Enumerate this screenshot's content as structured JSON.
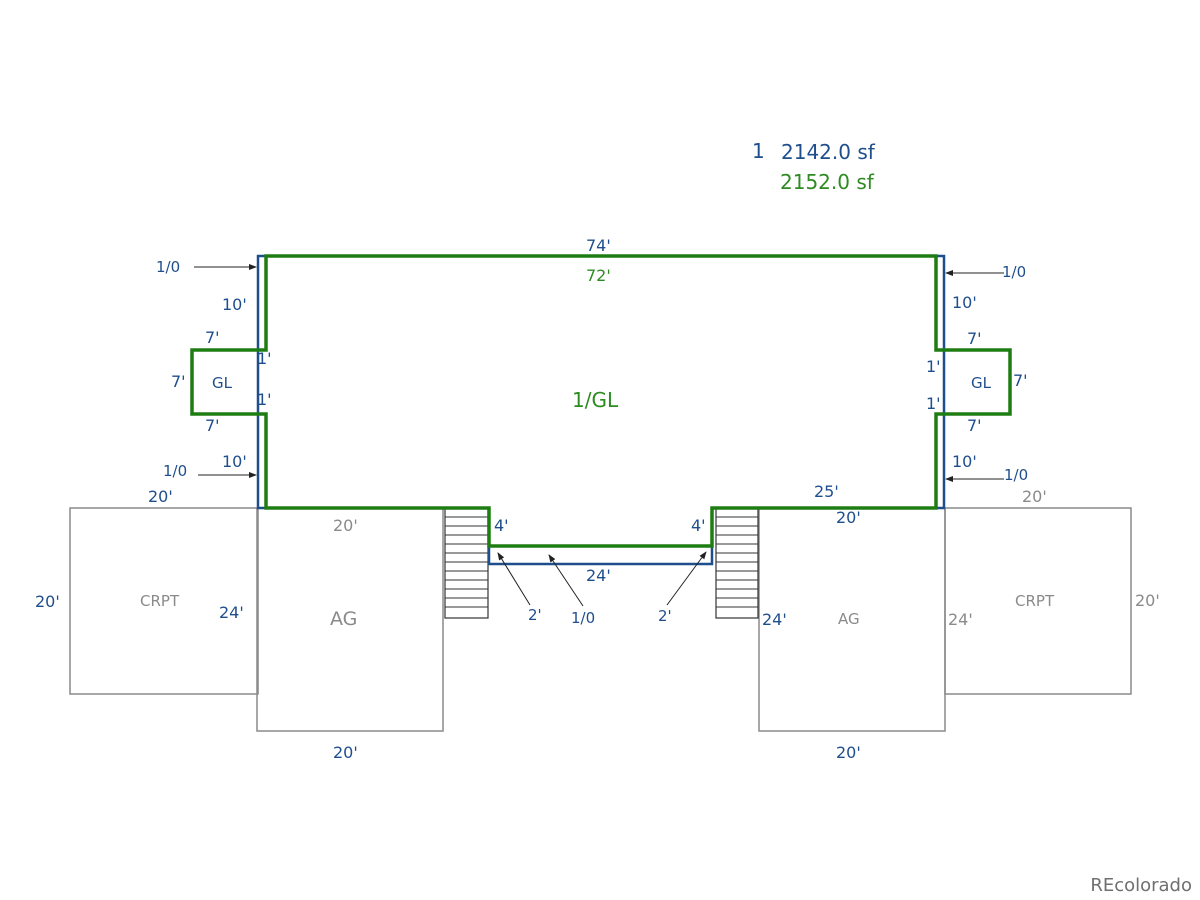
{
  "colors": {
    "blue_outline": "#1f4e8c",
    "green_outline": "#1e7d12",
    "gray_outline": "#8a8a8a",
    "green_text": "#2e8b22",
    "blue_text": "#1f4e8c"
  },
  "areas": {
    "index": "1",
    "blue_area": "2142.0 sf",
    "green_area": "2152.0 sf"
  },
  "main": {
    "label": "1/GL",
    "top_dim_blue": "74'",
    "top_dim_green": "72'",
    "left_upper_dim": "10'",
    "left_lower_dim": "10'",
    "right_upper_dim": "10'",
    "right_lower_dim": "10'",
    "notch_left_upper": "1'",
    "notch_left_lower": "1'",
    "notch_right_upper": "1'",
    "notch_right_lower": "1'",
    "bottom_right_dim": "25'",
    "recess_left_dim": "4'",
    "recess_right_dim": "4'",
    "recess_bottom_dim": "24'",
    "callouts": {
      "top_left": "1/0",
      "top_right": "1/0",
      "bottom_left": "1/0",
      "bottom_right": "1/0",
      "recess_left": "2'",
      "recess_center": "1/0",
      "recess_right": "2'"
    }
  },
  "gl_left": {
    "label": "GL",
    "top_dim": "7'",
    "side_dim": "7'",
    "bottom_dim": "7'"
  },
  "gl_right": {
    "label": "GL",
    "top_dim": "7'",
    "side_dim": "7'",
    "bottom_dim": "7'"
  },
  "ag_left": {
    "label": "AG",
    "top_dim": "20'",
    "side_dim": "24'",
    "bottom_dim": "20'"
  },
  "ag_right": {
    "label": "AG",
    "top_dim": "20'",
    "side_dim_left": "24'",
    "side_dim_right": "24'",
    "bottom_dim": "20'"
  },
  "crpt_left": {
    "label": "CRPT",
    "top_dim": "20'",
    "side_dim": "20'"
  },
  "crpt_right": {
    "label": "CRPT",
    "top_dim": "20'",
    "side_dim": "20'"
  },
  "watermark": "REcolorado"
}
